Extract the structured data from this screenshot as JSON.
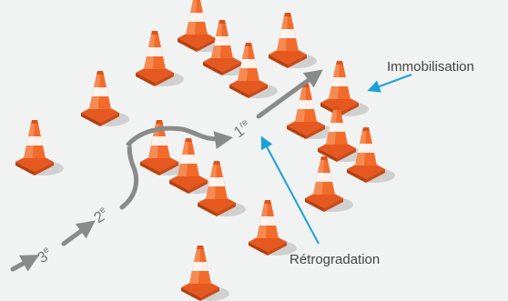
{
  "labels": {
    "immobilisation": "Immobilisation",
    "retrogradation": "Rétrogradation"
  },
  "gears": {
    "third": {
      "num": "3",
      "sup": "e"
    },
    "second": {
      "num": "2",
      "sup": "e"
    },
    "first": {
      "num": "1",
      "sup": "re"
    }
  },
  "colors": {
    "background": "#f1f2f2",
    "cone": "#f26b2a",
    "path_arrow": "#8a8a8a",
    "callout_arrow": "#1ba1d8",
    "label_text": "#444444"
  }
}
